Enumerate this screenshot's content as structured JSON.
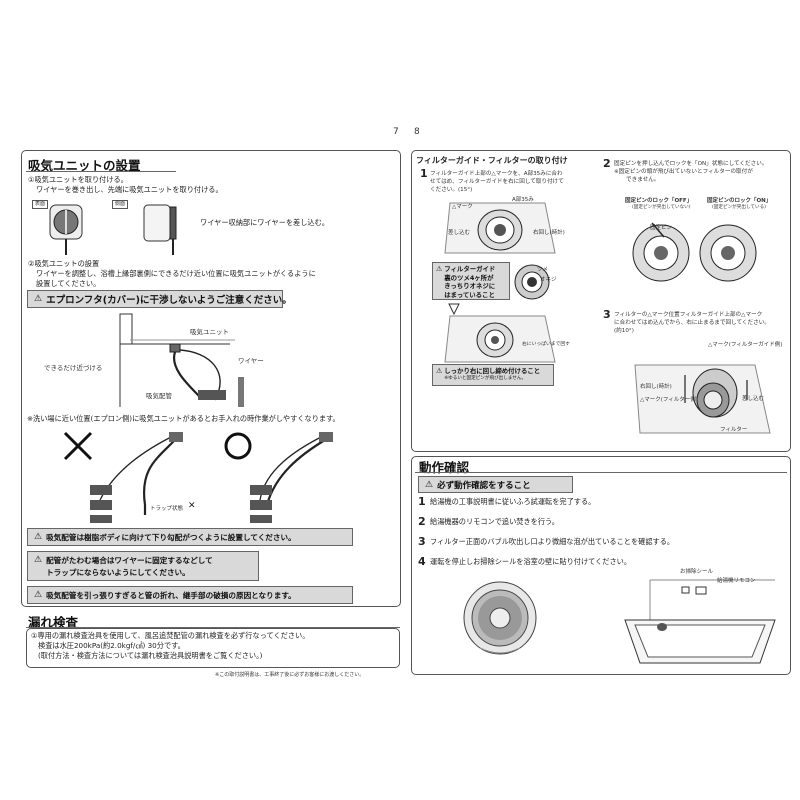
{
  "page_numbers": {
    "left": "7",
    "right": "8"
  },
  "left": {
    "suction_unit": {
      "title": "吸気ユニットの設置",
      "step1_line1": "①吸気ユニットを取り付ける。",
      "step1_line2": "ワイヤーを巻き出し、先端に吸気ユニットを取り付ける。",
      "label_front": "表面",
      "label_side": "側面",
      "wire_caption": "ワイヤー収納部にワイヤーを差し込む。",
      "step2_line1": "②吸気ユニットの設置",
      "step2_line2": "ワイヤーを調整し、浴槽上縁部裏側にできるだけ近い位置に吸気ユニットがくるように",
      "step2_line3": "設置してください。",
      "warning_apron": "エプロンフタ(カバー)に干渉しないようご注意ください。",
      "label_unit": "吸気ユニット",
      "label_close": "できるだけ近づける",
      "label_wire": "ワイヤー",
      "label_pipe": "吸気配管",
      "note_clean": "※洗い場に近い位置(エプロン側)に吸気ユニットがあるとお手入れの時作業がしやすくなります。",
      "label_trap": "トラップ状態",
      "warning_slope": "吸気配管は樹脂ボディに向けて下り勾配がつくように設置してください。",
      "warning_fix_line1": "配管がたわむ場合はワイヤーに固定するなどして",
      "warning_fix_line2": "トラップにならないようにしてください。",
      "warning_pull": "吸気配管を引っ張りすぎると管の折れ、継手部の破損の原因となります。"
    },
    "leak_check": {
      "title": "漏れ検査",
      "line1": "①専用の漏れ検査治具を使用して、風呂追焚配管の漏れ検査を必ず行なってください。",
      "line2": "検査は水圧200kPa(約2.0kgf/㎠) 30分です。",
      "line3": "(取付方法・検査方法については漏れ検査治具説明書をご覧ください。)"
    },
    "footer_note": "※この取付説明書は、工事終了後に必ずお客様にお渡しください。"
  },
  "right": {
    "filter": {
      "title": "フィルターガイド・フィルターの取り付け",
      "s1_l1": "フィルターガイド上部の△マークを、A部35みに合わ",
      "s1_l2": "せてはめ、フィルターガイドを右に回して取り付けて",
      "s1_l3": "ください。(15°)",
      "lbl_mark": "△マーク",
      "lbl_a": "A部35み",
      "lbl_push": "差し込む",
      "lbl_turn": "右回し(時計)",
      "warn_hook_l1": "フィルターガイド",
      "warn_hook_l2": "裏のツメ4ヶ所が",
      "warn_hook_l3": "きっちりオネジに",
      "warn_hook_l4": "はまっていること",
      "lbl_claw": "ツメ",
      "lbl_thread": "オネジ",
      "lbl_full": "右にいっぱいまで回す",
      "warn_tight": "しっかり右に回し締め付けること",
      "warn_tight_sub": "※ゆるいと固定ピンが飛び出しません。",
      "s2_l1": "固定ピンを押し込んでロックを「ON」状態にしてください。",
      "s2_l2": "※固定ピンの頭が飛び出ていないとフィルターの取付が",
      "s2_l3": "できません。",
      "lock_off": "固定ピンのロック「OFF」",
      "lock_off_sub": "(固定ピンが突出していない)",
      "lock_on": "固定ピンのロック「ON」",
      "lock_on_sub": "(固定ピンが突出している)",
      "lbl_pin": "固定ピン",
      "s3_l1": "フィルターの△マーク位置フィルターガイド上部の△マーク",
      "s3_l2": "に合わせてはめ込んでから、右に止まるまで回してください。",
      "s3_l3": "(約10°)",
      "lbl_mark_guide": "△マーク(フィルターガイド側)",
      "lbl_mark_filter": "△マーク(フィルター側)",
      "lbl_turn2": "右回し(時計)",
      "lbl_push2": "差し込む",
      "lbl_filter": "フィルター"
    },
    "operation": {
      "title": "動作確認",
      "warning": "必ず動作確認をすること",
      "s1": "給湯機の工事説明書に従いふろ試運転を完了する。",
      "s2": "給湯機器のリモコンで追い焚きを行う。",
      "s3": "フィルター正面のバブル吹出し口より微細な泡が出ていることを確認する。",
      "s4": "運転を停止しお掃除シールを浴室の壁に貼り付けてください。",
      "lbl_seal": "お掃除シール",
      "lbl_remote": "給湯機リモコン"
    }
  }
}
